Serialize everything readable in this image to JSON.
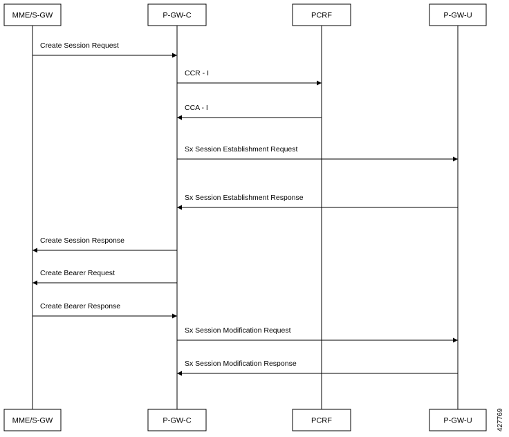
{
  "actors": [
    {
      "id": "mme",
      "label": "MME/S-GW"
    },
    {
      "id": "pgwc",
      "label": "P-GW-C"
    },
    {
      "id": "pcrf",
      "label": "PCRF"
    },
    {
      "id": "pgwu",
      "label": "P-GW-U"
    }
  ],
  "messages": [
    {
      "label": "Create Session Request",
      "from": "mme",
      "to": "pgwc"
    },
    {
      "label": "CCR - I",
      "from": "pgwc",
      "to": "pcrf"
    },
    {
      "label": "CCA - I",
      "from": "pcrf",
      "to": "pgwc"
    },
    {
      "label": "Sx Session Establishment Request",
      "from": "pgwc",
      "to": "pgwu"
    },
    {
      "label": "Sx Session Establishment Response",
      "from": "pgwu",
      "to": "pgwc"
    },
    {
      "label": "Create Session Response",
      "from": "pgwc",
      "to": "mme"
    },
    {
      "label": "Create Bearer Request",
      "from": "pgwc",
      "to": "mme"
    },
    {
      "label": "Create Bearer Response",
      "from": "mme",
      "to": "pgwc"
    },
    {
      "label": "Sx Session Modification Request",
      "from": "pgwc",
      "to": "pgwu"
    },
    {
      "label": "Sx Session Modification Response",
      "from": "pgwu",
      "to": "pgwc"
    }
  ],
  "figure_id": "427769"
}
